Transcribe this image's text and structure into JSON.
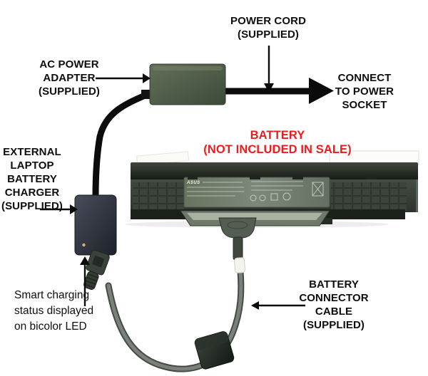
{
  "labels": {
    "power_cord": "POWER CORD\n(SUPPLIED)",
    "ac_adapter": "AC POWER\nADAPTER\n(SUPPLIED)",
    "connect_socket": "CONNECT\nTO POWER\nSOCKET",
    "battery_warning": "BATTERY\n(NOT INCLUDED IN SALE)",
    "external_charger": "EXTERNAL\nLAPTOP\nBATTERY\nCHARGER\n(SUPPLIED)",
    "smart_led": "Smart charging\nstatus displayed\non bicolor LED",
    "battery_cable": "BATTERY\nCONNECTOR\nCABLE\n(SUPPLIED)"
  },
  "battery": {
    "brand_logo": "ASUS"
  },
  "colors": {
    "background": "#ffffff",
    "label_text": "#0e0e0e",
    "warning_red": "#ee1b1e",
    "arrow_black": "#0b0b0b",
    "adapter_body": "#51604a",
    "charger_body": "#2c313c",
    "battery_body": "#39423a",
    "battery_label_plate": "#727e6f",
    "cable_gray": "#747a73",
    "led_amber": "#c8b578"
  },
  "icons": {
    "arrows": [
      "power-cord-down-arrow",
      "ac-adapter-right-arrow",
      "connect-socket-right-arrow",
      "charger-right-arrow",
      "led-up-arrow",
      "cable-left-arrow"
    ]
  }
}
